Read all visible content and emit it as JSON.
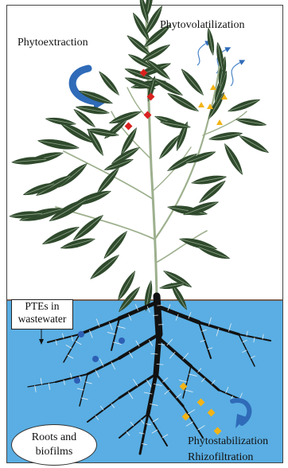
{
  "labels": {
    "phytoextraction": "Phytoextraction",
    "phytovolatilization": "Phytovolatilization",
    "ptes_line1": "PTEs in",
    "ptes_line2": "wastewater",
    "roots_line1": "Roots and",
    "roots_line2": "biofilms",
    "phytostabilization": "Phytostabilization",
    "rhizofiltration": "Rhizofiltration"
  },
  "colors": {
    "water": "#5aaee3",
    "leaf": "#2f4a2c",
    "leaf_highlight": "#8fa489",
    "stem": "#9db08e",
    "root": "#111111",
    "root_hair": "#e6eef3",
    "arrow_blue": "#2f6bb8",
    "metal_red": "#d9211f",
    "metal_yellow": "#f3b416",
    "pte_dot": "#2d5fb5",
    "soil_line": "#6b3b22"
  }
}
